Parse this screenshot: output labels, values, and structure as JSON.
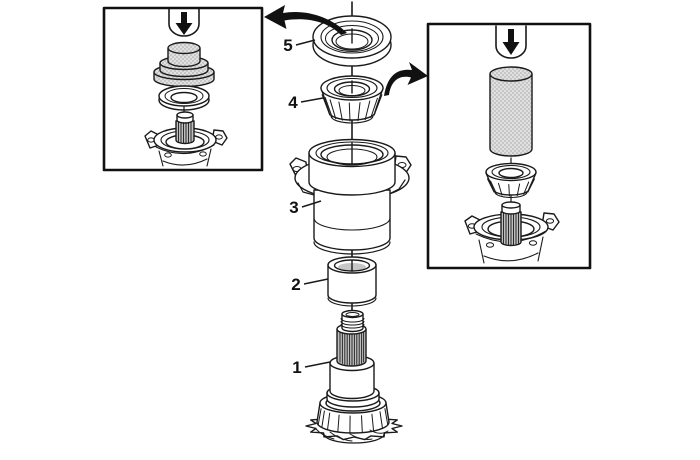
{
  "diagram": {
    "background_color": "#ffffff",
    "line_color": "#1a1a1a",
    "tool_fill_color": "#d6d6d6",
    "callouts": [
      {
        "label": "1"
      },
      {
        "label": "2"
      },
      {
        "label": "3"
      },
      {
        "label": "4"
      },
      {
        "label": "5"
      }
    ],
    "icons": {
      "press_down_arrow": "arrow-down",
      "inset_pointer_left": "curved-arrow-left",
      "inset_pointer_right": "curved-arrow-right"
    }
  }
}
